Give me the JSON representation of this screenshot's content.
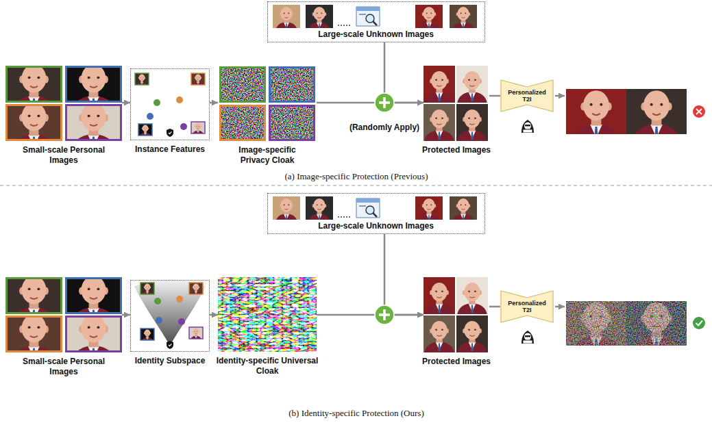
{
  "diagram": {
    "nodes": [
      {
        "text": [
          "Large-scale Unknown Images"
        ]
      },
      {
        "text": [
          "Small-scale Personal Images"
        ]
      },
      {
        "text": [
          "Instance Features"
        ]
      },
      {
        "text": [
          "Image-specific Privacy Cloak"
        ]
      },
      {
        "text": [
          "Protected Images"
        ]
      },
      {
        "text": [
          "Personalized T2I"
        ]
      },
      {
        "text": [
          "Large-scale Unknown Images"
        ]
      },
      {
        "text": [
          "Small-scale Personal Images"
        ]
      },
      {
        "text": [
          "Identity Subspace"
        ]
      },
      {
        "text": [
          "Identity-specific Universal Cloak"
        ]
      },
      {
        "text": [
          "Protected Images"
        ]
      },
      {
        "text": [
          "Personalized T2I"
        ]
      }
    ],
    "edges": [
      {
        "from": 1,
        "to": 2,
        "arrow": "to"
      },
      {
        "from": 2,
        "to": 3,
        "arrow": "to"
      },
      {
        "from": 3,
        "to": 4,
        "label": "(Randomly Apply)",
        "arrow": "to"
      },
      {
        "from": 0,
        "to": 4,
        "arrow": "to"
      },
      {
        "from": 4,
        "to": 5,
        "arrow": "none"
      },
      {
        "from": 7,
        "to": 8,
        "arrow": "to"
      },
      {
        "from": 8,
        "to": 9,
        "arrow": "to"
      },
      {
        "from": 9,
        "to": 10,
        "arrow": "to"
      },
      {
        "from": 6,
        "to": 10,
        "arrow": "to"
      },
      {
        "from": 10,
        "to": 11,
        "arrow": "none"
      }
    ],
    "labels": [
      "(a) Image-specific Protection (Previous)",
      "(b) Identity-specific Protection (Ours)"
    ]
  }
}
